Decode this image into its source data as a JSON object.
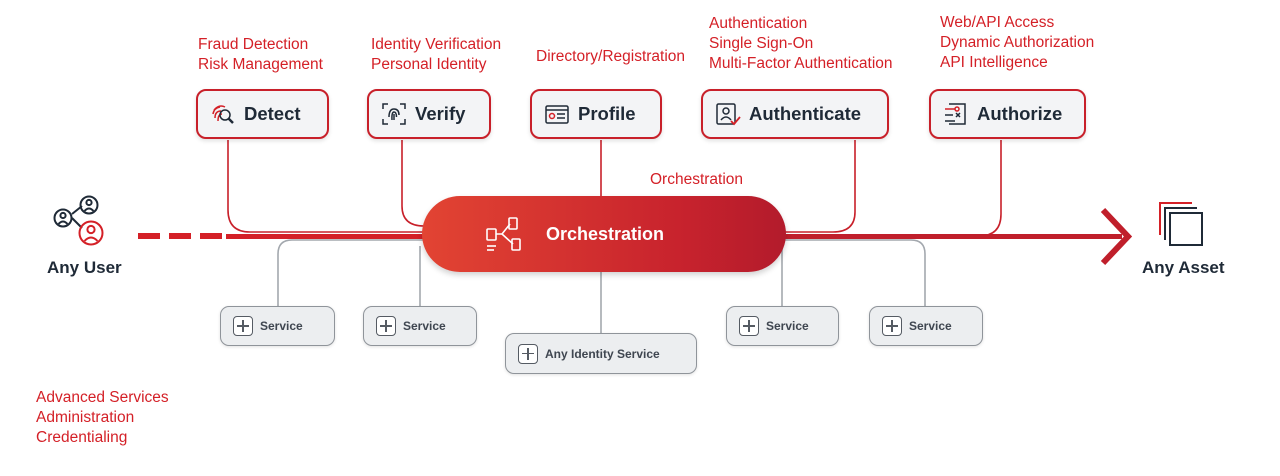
{
  "colors": {
    "accent": "#d42027",
    "line_gray": "#9aa0a6",
    "text_dark": "#1f2a37"
  },
  "captions": {
    "detect": [
      "Fraud Detection",
      "Risk Management"
    ],
    "verify": [
      "Identity Verification",
      "Personal Identity"
    ],
    "profile": [
      "Directory/Registration"
    ],
    "authenticate": [
      "Authentication",
      "Single Sign-On",
      "Multi-Factor Authentication"
    ],
    "authorize": [
      "Web/API Access",
      "Dynamic Authorization",
      "API Intelligence"
    ],
    "orchestration": "Orchestration",
    "bottom_left": [
      "Advanced Services",
      "Administration",
      "Credentialing"
    ]
  },
  "cards": {
    "detect": {
      "label": "Detect",
      "icon": "fingerprint-search-icon"
    },
    "verify": {
      "label": "Verify",
      "icon": "fingerprint-icon"
    },
    "profile": {
      "label": "Profile",
      "icon": "profile-card-icon"
    },
    "authenticate": {
      "label": "Authenticate",
      "icon": "user-check-icon"
    },
    "authorize": {
      "label": "Authorize",
      "icon": "authorize-list-icon"
    }
  },
  "orchestration": {
    "label": "Orchestration",
    "icon": "workflow-icon"
  },
  "services": [
    "Service",
    "Service",
    "Any Identity Service",
    "Service",
    "Service"
  ],
  "endpoints": {
    "user": "Any User",
    "asset": "Any Asset"
  }
}
